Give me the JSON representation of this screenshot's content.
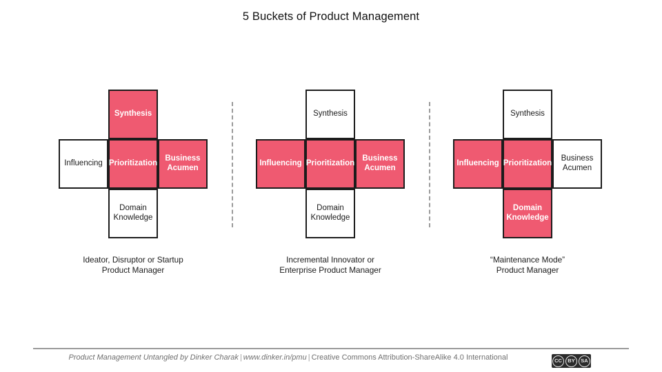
{
  "slide": {
    "title": "5 Buckets of Product Management"
  },
  "buckets": {
    "synthesis": "Synthesis",
    "influencing": "Influencing",
    "prioritization": "Prioritization",
    "business_acumen": "Business Acumen",
    "domain_knowledge": "Domain Knowledge"
  },
  "colors": {
    "highlight": "#ef5a71",
    "empty": "#ffffff",
    "border": "#1c1c1c",
    "separator": "#9a9a9a",
    "text": "#1a1a1a",
    "footer_text": "#6f6f6f"
  },
  "diagrams": [
    {
      "id": "ideator-disruptor-startup",
      "caption_line1": "Ideator, Disruptor or Startup",
      "caption_line2": "Product Manager",
      "cells": {
        "top": {
          "label": "Synthesis",
          "filled": true
        },
        "left": {
          "label": "Influencing",
          "filled": false
        },
        "center": {
          "label": "Prioritization",
          "filled": true
        },
        "right": {
          "label": "Business Acumen",
          "filled": true
        },
        "bottom": {
          "label": "Domain Knowledge",
          "filled": false
        }
      }
    },
    {
      "id": "incremental-innovator-enterprise",
      "caption_line1": "Incremental Innovator or",
      "caption_line2": "Enterprise Product Manager",
      "cells": {
        "top": {
          "label": "Synthesis",
          "filled": false
        },
        "left": {
          "label": "Influencing",
          "filled": true
        },
        "center": {
          "label": "Prioritization",
          "filled": true
        },
        "right": {
          "label": "Business Acumen",
          "filled": true
        },
        "bottom": {
          "label": "Domain Knowledge",
          "filled": false
        }
      }
    },
    {
      "id": "maintenance-mode",
      "caption_line1": "“Maintenance Mode”",
      "caption_line2": "Product Manager",
      "cells": {
        "top": {
          "label": "Synthesis",
          "filled": false
        },
        "left": {
          "label": "Influencing",
          "filled": true
        },
        "center": {
          "label": "Prioritization",
          "filled": true
        },
        "right": {
          "label": "Business Acumen",
          "filled": false
        },
        "bottom": {
          "label": "Domain Knowledge",
          "filled": true
        }
      }
    }
  ],
  "footer": {
    "book": "Product Management Untangled by Dinker Charak",
    "divider1": "|",
    "url": "www.dinker.in/pmu",
    "divider2": "|",
    "license": "Creative Commons Attribution-ShareAlike 4.0 International",
    "badge": {
      "cc": "CC",
      "by": "BY",
      "sa": "SA"
    }
  }
}
